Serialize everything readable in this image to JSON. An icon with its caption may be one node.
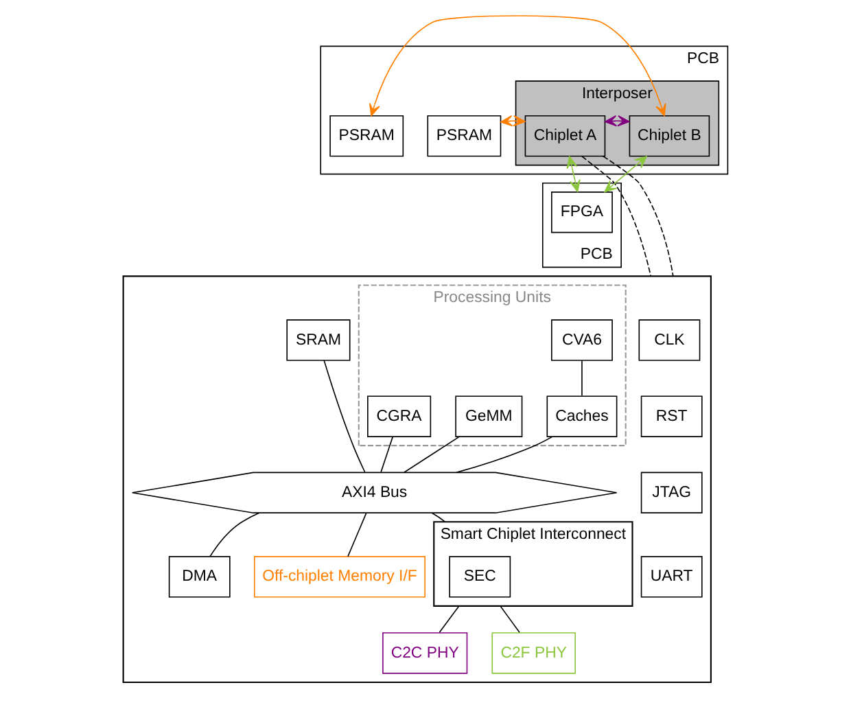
{
  "diagram": {
    "nodes": [
      {
        "text": [
          "PCB"
        ]
      },
      {
        "text": [
          "Interposer"
        ],
        "in": 0
      },
      {
        "text": [
          "PSRAM"
        ],
        "in": 0
      },
      {
        "text": [
          "Chiplet A"
        ],
        "in": 1
      },
      {
        "text": [
          "Chiplet B"
        ],
        "in": 1
      },
      {
        "text": [
          "PSRAM"
        ],
        "in": 0
      },
      {
        "text": [
          "PCB"
        ]
      },
      {
        "text": [
          "FPGA"
        ],
        "in": 6
      },
      {
        "text": [],
        "shape": "box"
      },
      {
        "text": [
          "CLK"
        ],
        "in": 8
      },
      {
        "text": [
          "RST"
        ],
        "in": 8
      },
      {
        "text": [
          "JTAG"
        ],
        "in": 8
      },
      {
        "text": [
          "UART"
        ],
        "in": 8
      },
      {
        "text": [
          "Processing Units"
        ],
        "in": 8
      },
      {
        "text": [
          "CVA6"
        ],
        "in": 13
      },
      {
        "text": [
          "Caches"
        ],
        "in": 13
      },
      {
        "text": [
          "GeMM"
        ],
        "in": 13
      },
      {
        "text": [
          "CGRA"
        ],
        "in": 13
      },
      {
        "text": [
          "SRAM"
        ],
        "in": 8
      },
      {
        "text": [
          "AXI4 Bus"
        ],
        "in": 8
      },
      {
        "text": [
          "Smart Chiplet Interconnect"
        ],
        "in": 8
      },
      {
        "text": [
          "SEC"
        ],
        "in": 20
      },
      {
        "text": [
          "DMA"
        ],
        "in": 8
      },
      {
        "text": [
          "C2C PHY"
        ],
        "in": 8
      },
      {
        "text": [
          "C2F PHY"
        ],
        "in": 8
      },
      {
        "text": [
          "Off-chiplet Memory I/F"
        ],
        "in": 8
      }
    ],
    "edges": [
      {
        "from": 2,
        "to": 3,
        "arrow": "both",
        "color": "#ff8000"
      },
      {
        "from": 3,
        "to": 4,
        "arrow": "both",
        "color": "#800080"
      },
      {
        "from": 4,
        "to": 5,
        "arrow": "both",
        "color": "#ff8000"
      },
      {
        "from": 3,
        "to": 7,
        "arrow": "both",
        "color": "#8cc63f"
      },
      {
        "from": 4,
        "to": 7,
        "arrow": "both",
        "color": "#8cc63f"
      },
      {
        "from": 3,
        "to": 8,
        "arrow": "none",
        "style": "dashed"
      },
      {
        "from": 3,
        "to": 8,
        "arrow": "none",
        "style": "dashed"
      },
      {
        "from": 14,
        "to": 15,
        "arrow": "none"
      },
      {
        "from": 15,
        "to": 19,
        "arrow": "none"
      },
      {
        "from": 16,
        "to": 19,
        "arrow": "none"
      },
      {
        "from": 17,
        "to": 19,
        "arrow": "none"
      },
      {
        "from": 18,
        "to": 19,
        "arrow": "none"
      },
      {
        "from": 19,
        "to": 20,
        "arrow": "none"
      },
      {
        "from": 19,
        "to": 22,
        "arrow": "none"
      },
      {
        "from": 19,
        "to": 25,
        "arrow": "none"
      },
      {
        "from": 20,
        "to": 23,
        "arrow": "none"
      },
      {
        "from": 20,
        "to": 24,
        "arrow": "none"
      }
    ]
  }
}
